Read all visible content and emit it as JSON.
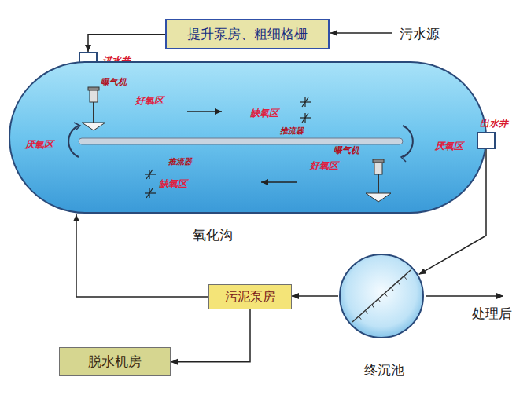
{
  "diagram": {
    "nodes": [
      {
        "text": [
          "提升泵房、粗细格栅"
        ]
      },
      {
        "text": [
          "进水井"
        ]
      },
      {
        "text": [
          "氧化沟"
        ]
      },
      {
        "text": [
          "出水井"
        ]
      },
      {
        "text": [
          "污泥泵房"
        ]
      },
      {
        "text": [
          "终沉池"
        ]
      },
      {
        "text": [
          "脱水机房"
        ]
      }
    ],
    "edges": [
      {
        "from": 0,
        "to": 1,
        "arrow": "to"
      },
      {
        "from": 3,
        "to": 5,
        "arrow": "to"
      },
      {
        "from": 5,
        "to": 4,
        "arrow": "to"
      },
      {
        "from": 4,
        "to": 2,
        "arrow": "to"
      },
      {
        "from": 4,
        "to": 6,
        "arrow": "to"
      }
    ],
    "labels": [
      "污水源",
      "曝气机",
      "好氧区",
      "缺氧区",
      "推流器",
      "厌氧区",
      "厌氧区",
      "推流器",
      "缺氧区",
      "曝气机",
      "好氧区",
      "处理后"
    ]
  }
}
